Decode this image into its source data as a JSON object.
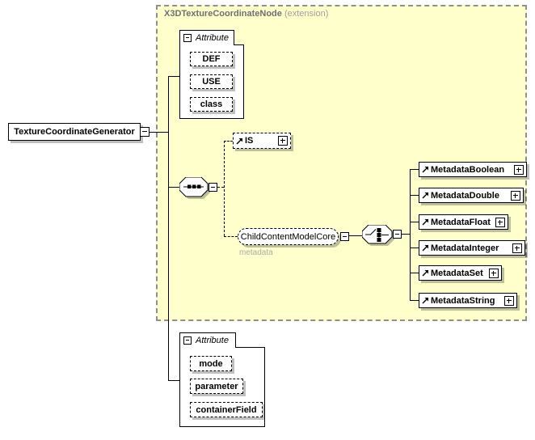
{
  "title_region": {
    "name": "X3DTextureCoordinateNode",
    "qualifier": "(extension)"
  },
  "root": {
    "label": "TextureCoordinateGenerator"
  },
  "attr_top": {
    "header": "Attribute",
    "items": [
      "DEF",
      "USE",
      "class"
    ]
  },
  "attr_bottom": {
    "header": "Attribute",
    "items": [
      "mode",
      "parameter",
      "containerField"
    ]
  },
  "is_element": {
    "label": "IS"
  },
  "group": {
    "label": "ChildContentModelCore",
    "note": "metadata"
  },
  "metadata": {
    "items": [
      "MetadataBoolean",
      "MetadataDouble",
      "MetadataFloat",
      "MetadataInteger",
      "MetadataSet",
      "MetadataString"
    ]
  },
  "icons": {
    "sequence": "sequence-connector",
    "choice": "choice-connector",
    "collapse": "minus",
    "expand": "plus",
    "reference": "ne-arrow"
  },
  "colors": {
    "region_fill": "#FFFFCC",
    "region_border": "#8F8F8F",
    "box_border": "#000000",
    "shadow": "#BFBFBF",
    "header_name": "#6F6F6F",
    "header_qualifier": "#9E9E9E",
    "annotation_text": "#ABABAB"
  }
}
